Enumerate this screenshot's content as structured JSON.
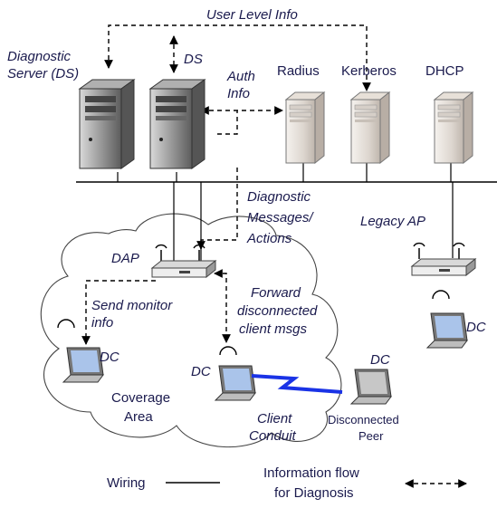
{
  "labels": {
    "user_level_info": "User Level Info",
    "diagnostic_server": [
      "Diagnostic",
      "Server (DS)"
    ],
    "ds": "DS",
    "auth_info": [
      "Auth",
      "Info"
    ],
    "radius": "Radius",
    "kerberos": "Kerberos",
    "dhcp": "DHCP",
    "diagnostic_messages": [
      "Diagnostic",
      "Messages/",
      "Actions"
    ],
    "legacy_ap": "Legacy AP",
    "dap": "DAP",
    "send_monitor_info": [
      "Send monitor",
      "info"
    ],
    "forward_disconnected": [
      "Forward",
      "disconnected",
      "client msgs"
    ],
    "dc_left": "DC",
    "dc_center": "DC",
    "dc_right": "DC",
    "dc_peer": "DC",
    "coverage_area": [
      "Coverage",
      "Area"
    ],
    "client_conduit": [
      "Client",
      "Conduit"
    ],
    "disconnected_peer": [
      "Disconnected",
      "Peer"
    ]
  },
  "legend": {
    "wiring": "Wiring",
    "information_flow": [
      "Information flow",
      "for Diagnosis"
    ]
  },
  "colors": {
    "text": "#1a1a4d",
    "conduit": "#1a33e6",
    "line": "#000000"
  }
}
